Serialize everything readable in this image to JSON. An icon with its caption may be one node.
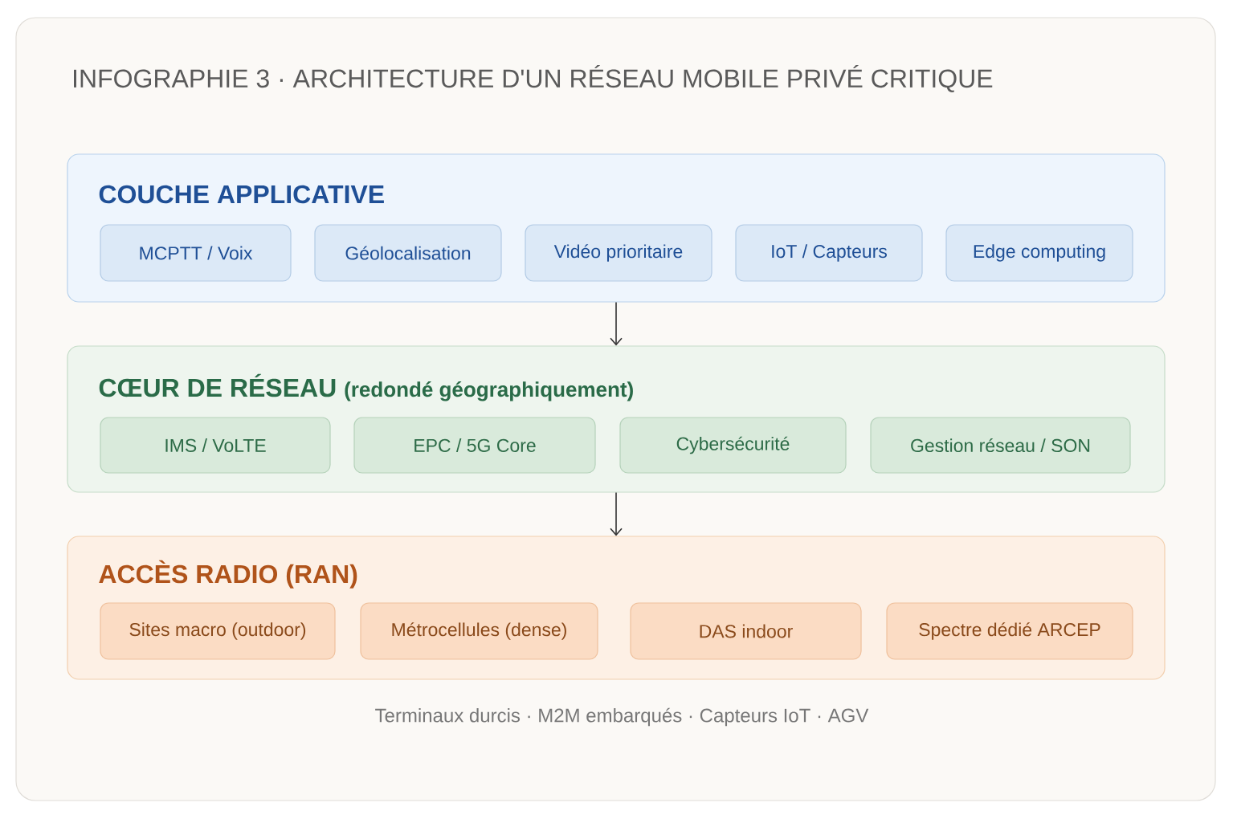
{
  "diagram": {
    "title": "INFOGRAPHIE 3 · ARCHITECTURE D'UN RÉSEAU MOBILE PRIVÉ CRITIQUE",
    "nodes": [
      {
        "text": [
          "COUCHE APPLICATIVE"
        ]
      },
      {
        "text": [
          "MCPTT / Voix"
        ],
        "in": 0
      },
      {
        "text": [
          "Géolocalisation"
        ],
        "in": 0
      },
      {
        "text": [
          "Vidéo prioritaire"
        ],
        "in": 0
      },
      {
        "text": [
          "IoT / Capteurs"
        ],
        "in": 0
      },
      {
        "text": [
          "Edge computing"
        ],
        "in": 0
      },
      {
        "text": [
          "CŒUR DE RÉSEAU",
          "(redondé géographiquement)"
        ]
      },
      {
        "text": [
          "IMS / VoLTE"
        ],
        "in": 6
      },
      {
        "text": [
          "EPC / 5G Core"
        ],
        "in": 6
      },
      {
        "text": [
          "Cybersécurité"
        ],
        "in": 6
      },
      {
        "text": [
          "Gestion réseau / SON"
        ],
        "in": 6
      },
      {
        "text": [
          "ACCÈS RADIO (RAN)"
        ]
      },
      {
        "text": [
          "Sites macro (outdoor)"
        ],
        "in": 11
      },
      {
        "text": [
          "Métrocellules (dense)"
        ],
        "in": 11
      },
      {
        "text": [
          "DAS indoor"
        ],
        "in": 11
      },
      {
        "text": [
          "Spectre dédié ARCEP"
        ],
        "in": 11
      }
    ],
    "edges": [
      {
        "from": 0,
        "to": 6,
        "arrow": "to"
      },
      {
        "from": 6,
        "to": 11,
        "arrow": "to"
      }
    ],
    "labels": [
      "Terminaux durcis · M2M embarqués · Capteurs IoT · AGV"
    ]
  }
}
